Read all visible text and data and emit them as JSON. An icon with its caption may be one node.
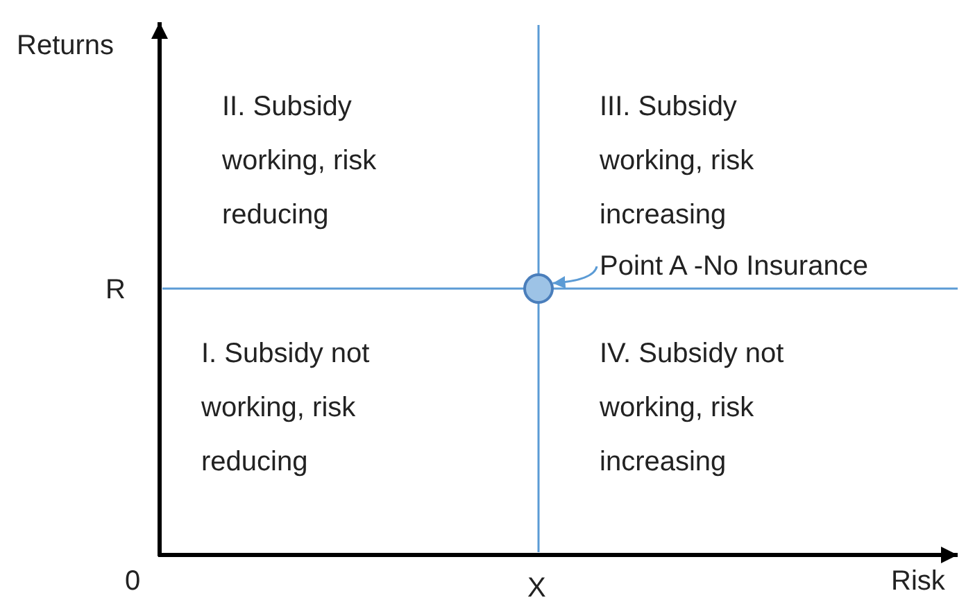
{
  "diagram": {
    "nodes": [
      {
        "text": [
          "Point A -No Insurance"
        ]
      },
      {
        "text": [],
        "shape": "circle"
      }
    ],
    "edges": [
      {
        "from": 0,
        "to": 1,
        "arrow": "to"
      }
    ],
    "labels": [
      "Returns",
      "II. Subsidy working, risk reducing",
      "III. Subsidy working, risk increasing",
      "R",
      "I. Subsidy not working, risk reducing",
      "IV. Subsidy not working, risk increasing",
      "0",
      "X",
      "Risk"
    ]
  }
}
